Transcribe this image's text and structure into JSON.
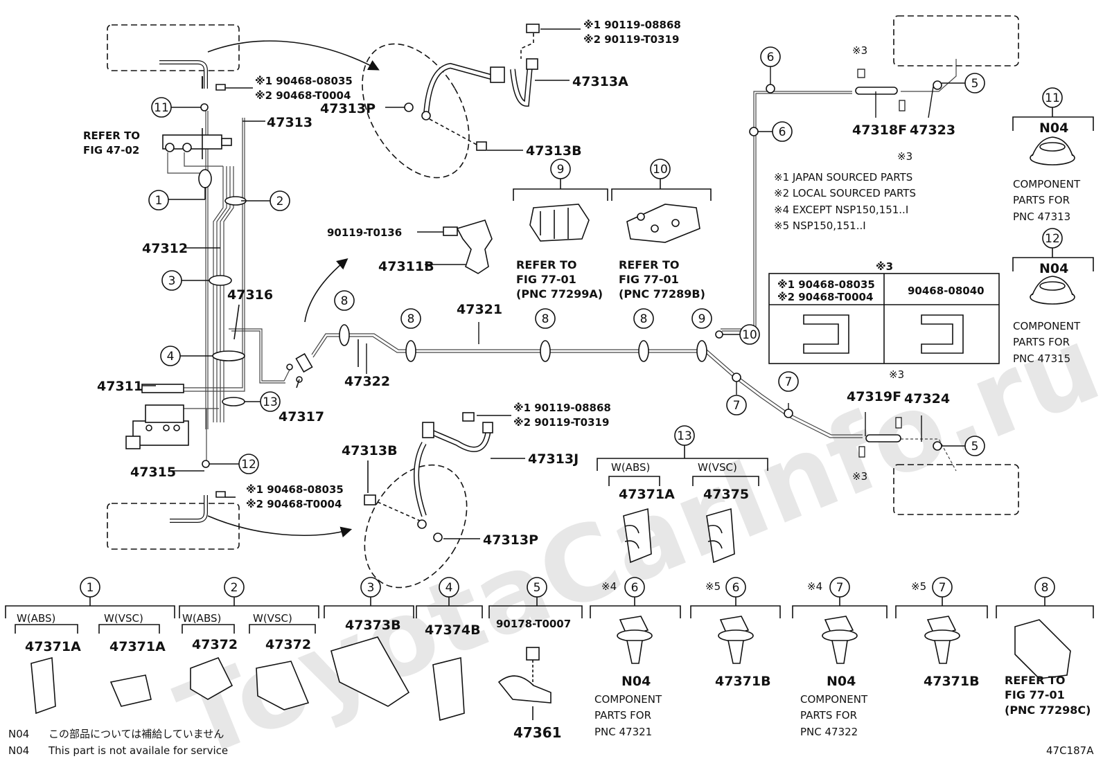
{
  "diagram_id": "47C187A",
  "colors": {
    "line": "#111111",
    "pipe": "#555555",
    "watermark": "#dcdcdc"
  },
  "watermark": "ToyotaCarInfo.ru",
  "part_labels": {
    "47313": "47313",
    "47312": "47312",
    "47316": "47316",
    "47311": "47311",
    "47315": "47315",
    "47317": "47317",
    "47322": "47322",
    "47321": "47321",
    "47313A": "47313A",
    "47313P_top": "47313P",
    "47313B_top": "47313B",
    "47311B": "47311B",
    "90119_T0136": "90119-T0136",
    "47313B_bot": "47313B",
    "47313J": "47313J",
    "47313P_bot": "47313P",
    "47318F": "47318F",
    "47323": "47323",
    "47319F": "47319F",
    "47324": "47324"
  },
  "notes": {
    "top_bolt_1": "※1 90119-08868",
    "top_bolt_2": "※2 90119-T0319",
    "top_clip_1": "※1 90468-08035",
    "top_clip_2": "※2 90468-T0004",
    "bot_bolt_1": "※1 90119-08868",
    "bot_bolt_2": "※2 90119-T0319",
    "bot_clip_1": "※1 90468-08035",
    "bot_clip_2": "※2 90468-T0004",
    "refer_master_1": "REFER TO",
    "refer_master_2": "FIG 47-02",
    "legend": [
      "※1 JAPAN SOURCED PARTS",
      "※2 LOCAL SOURCED PARTS",
      "※4 EXCEPT NSP150,151..I",
      "※5 NSP150,151..I"
    ],
    "x3": "※3"
  },
  "clip_table": {
    "title": "※3",
    "left_1": "※1 90468-08035",
    "left_2": "※2 90468-T0004",
    "right": "90468-08040"
  },
  "refs": {
    "ref9": {
      "num": "9",
      "l1": "REFER TO",
      "l2": "FIG 77-01",
      "l3": "(PNC 77299A)"
    },
    "ref10": {
      "num": "10",
      "l1": "REFER TO",
      "l2": "FIG 77-01",
      "l3": "(PNC 77289B)"
    },
    "ref11": {
      "num": "11",
      "code": "N04",
      "l1": "COMPONENT",
      "l2": "PARTS FOR",
      "l3": "PNC 47313"
    },
    "ref12": {
      "num": "12",
      "code": "N04",
      "l1": "COMPONENT",
      "l2": "PARTS FOR",
      "l3": "PNC 47315"
    },
    "ref13": {
      "num": "13",
      "abs": "W(ABS)",
      "vsc": "W(VSC)",
      "p1": "47371A",
      "p2": "47375"
    }
  },
  "bottom": {
    "c1": {
      "num": "1",
      "abs": "W(ABS)",
      "vsc": "W(VSC)",
      "p1": "47371A",
      "p2": "47371A"
    },
    "c2": {
      "num": "2",
      "abs": "W(ABS)",
      "vsc": "W(VSC)",
      "p1": "47372",
      "p2": "47372"
    },
    "c3": {
      "num": "3",
      "p": "47373B"
    },
    "c4": {
      "num": "4",
      "p": "47374B"
    },
    "c5": {
      "num": "5",
      "p_top": "90178-T0007",
      "p": "47361"
    },
    "c6a": {
      "num": "6",
      "pre": "※4",
      "code": "N04",
      "l1": "COMPONENT",
      "l2": "PARTS FOR",
      "l3": "PNC 47321"
    },
    "c6b": {
      "num": "6",
      "pre": "※5",
      "p": "47371B"
    },
    "c7a": {
      "num": "7",
      "pre": "※4",
      "code": "N04",
      "l1": "COMPONENT",
      "l2": "PARTS FOR",
      "l3": "PNC 47322"
    },
    "c7b": {
      "num": "7",
      "pre": "※5",
      "p": "47371B"
    },
    "c8": {
      "num": "8",
      "l1": "REFER TO",
      "l2": "FIG 77-01",
      "l3": "(PNC 77298C)"
    }
  },
  "footnote": {
    "code1": "N04",
    "text1": "この部品については補給していません",
    "code2": "N04",
    "text2": "This part is not availale for service"
  },
  "callouts": {
    "n1": "1",
    "n2": "2",
    "n3": "3",
    "n4": "4",
    "n5": "5",
    "n6": "6",
    "n7": "7",
    "n8": "8",
    "n9": "9",
    "n10": "10",
    "n11": "11",
    "n12": "12",
    "n13": "13"
  }
}
